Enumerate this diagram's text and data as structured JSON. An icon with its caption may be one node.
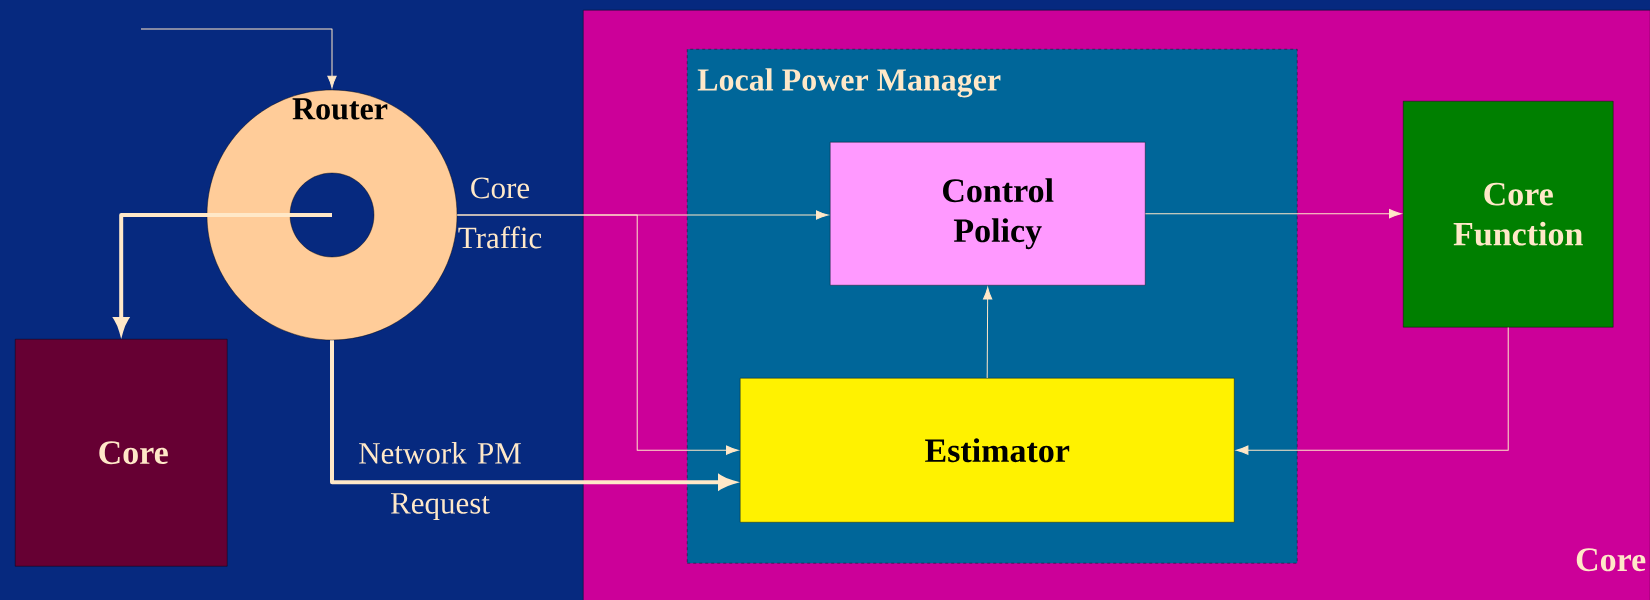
{
  "diagram": {
    "nodes": [
      {
        "text": [
          "Router"
        ]
      },
      {
        "text": [
          "Core"
        ]
      },
      {
        "text": [
          "Core"
        ]
      },
      {
        "text": [
          "Local Power Manager"
        ],
        "in": 2
      },
      {
        "text": [
          "Control Policy"
        ],
        "in": 3
      },
      {
        "text": [
          "Estimator"
        ],
        "in": 3
      },
      {
        "text": [
          "Core Function"
        ],
        "in": 2
      }
    ],
    "edges": [
      {
        "from": null,
        "to": 0,
        "arrow": "to"
      },
      {
        "from": 0,
        "to": 1,
        "arrow": "to",
        "style": "thick"
      },
      {
        "from": 0,
        "to": 4,
        "arrow": "to",
        "label": "Core Traffic"
      },
      {
        "from": 0,
        "to": 5,
        "arrow": "to"
      },
      {
        "from": 0,
        "to": 5,
        "arrow": "to",
        "style": "thick",
        "label": "Network PM Request"
      },
      {
        "from": 5,
        "to": 4,
        "arrow": "to"
      },
      {
        "from": 4,
        "to": 6,
        "arrow": "to"
      },
      {
        "from": 6,
        "to": 5,
        "arrow": "to"
      }
    ]
  }
}
